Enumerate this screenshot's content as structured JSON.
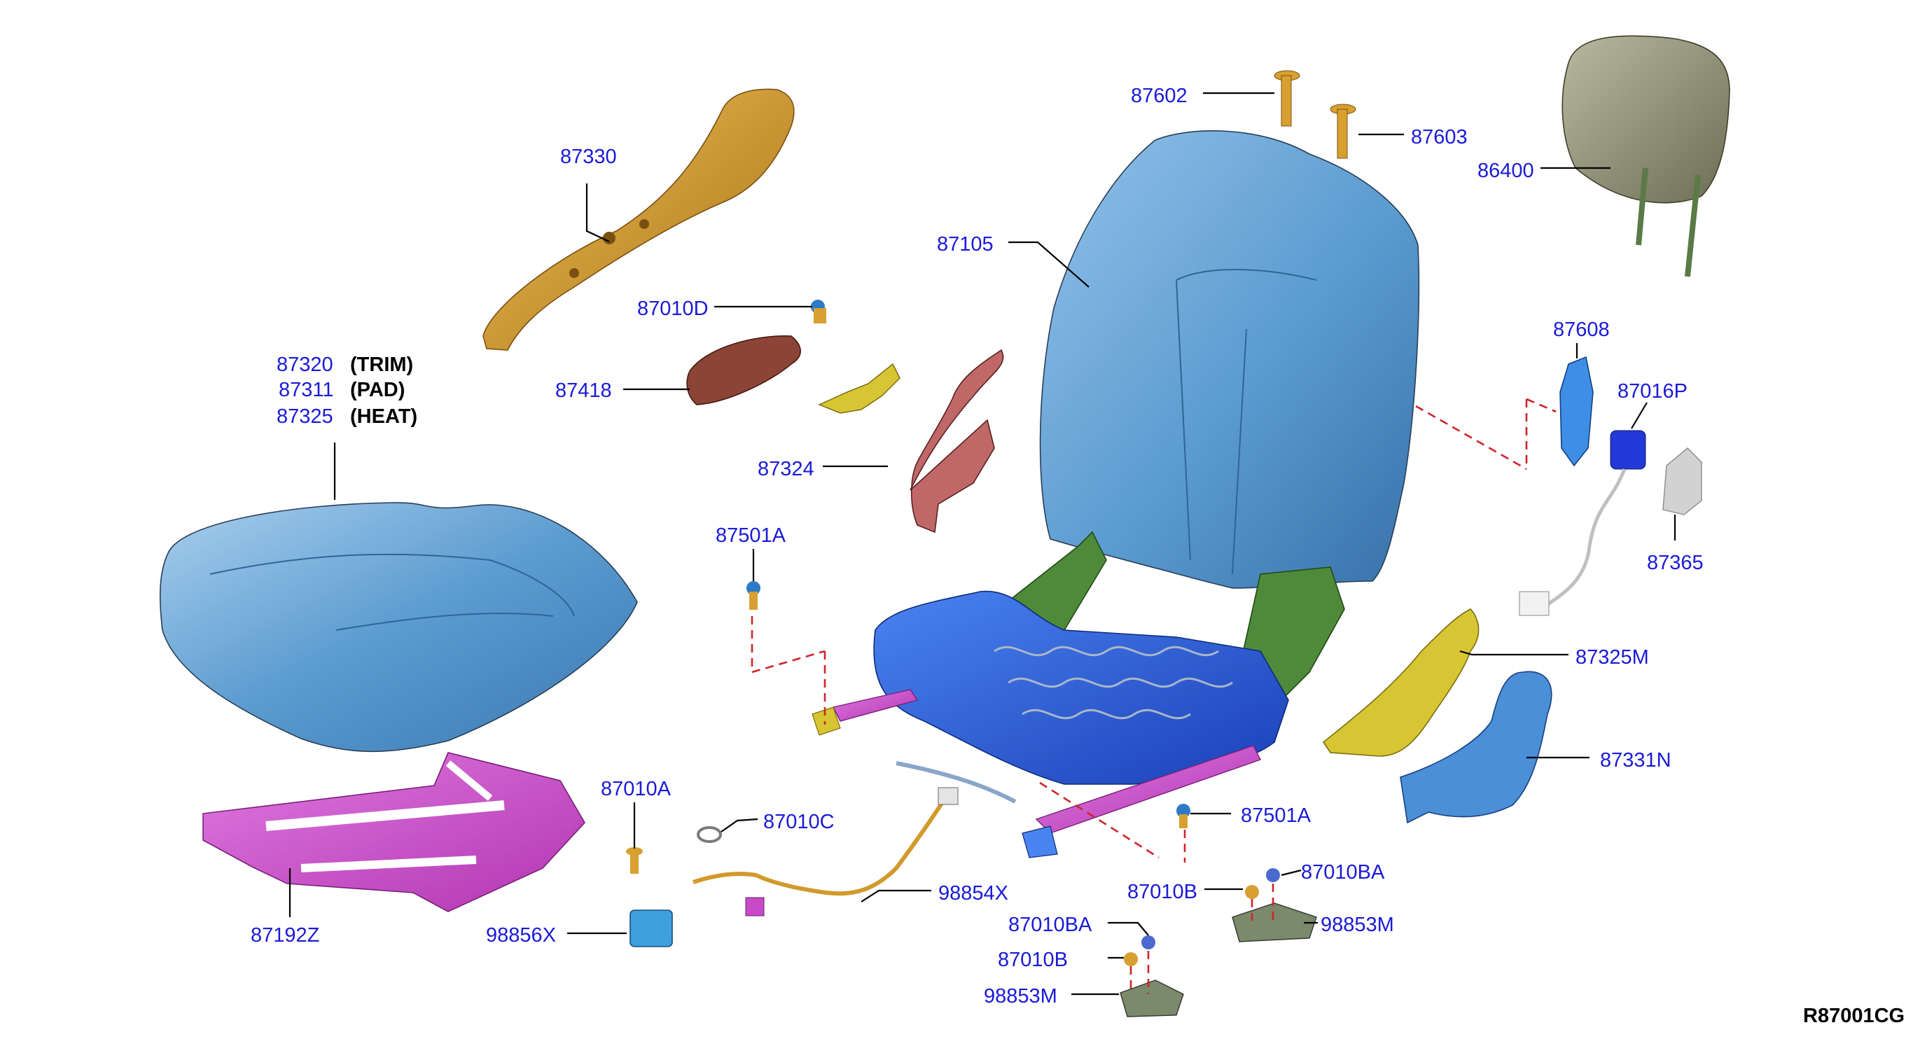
{
  "diagram_code": "R87001CG",
  "material_notes": [
    "(TRIM)",
    "(PAD)",
    "(HEAT)"
  ],
  "parts": {
    "p87602": "87602",
    "p87603": "87603",
    "p86400": "86400",
    "p87330": "87330",
    "p87105": "87105",
    "p87010D": "87010D",
    "p87320": "87320",
    "p87311": "87311",
    "p87325": "87325",
    "p87418": "87418",
    "p87608": "87608",
    "p87016P": "87016P",
    "p87324": "87324",
    "p87365": "87365",
    "p87501A_top": "87501A",
    "p87325M": "87325M",
    "p87331N": "87331N",
    "p87010A": "87010A",
    "p87010C": "87010C",
    "p87501A_bottom": "87501A",
    "p98854X": "98854X",
    "p87010BA_right": "87010BA",
    "p87010B_right": "87010B",
    "p98853M_right": "98853M",
    "p87010BA_left": "87010BA",
    "p87010B_left": "87010B",
    "p98853M_left": "98853M",
    "p87192Z": "87192Z",
    "p98856X": "98856X"
  },
  "colors": {
    "label": "#1a1ad9",
    "leader": "#000000",
    "dash": "#d0242a",
    "seat_blue": "#5b9bd0",
    "pan_blue": "#2358d8",
    "frame_green": "#4e8a3a",
    "trim_gold": "#d19a2c",
    "heater_magenta": "#c84ac8",
    "cushion_brown": "#8b4436",
    "bracket_pink": "#c06868",
    "shield_yellow": "#d7c533",
    "headrest_olive": "#8a8a6e"
  }
}
